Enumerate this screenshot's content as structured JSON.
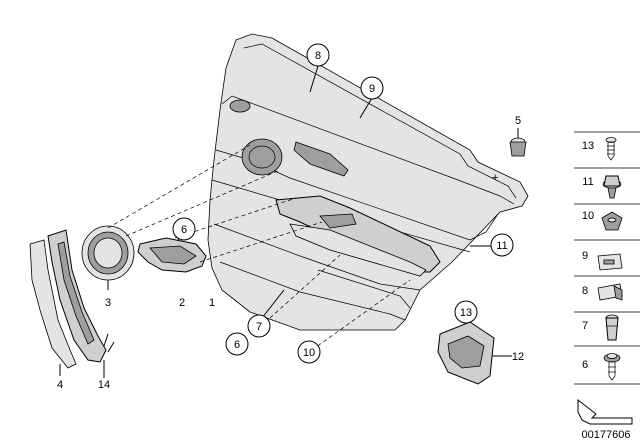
{
  "callouts": {
    "c8": "8",
    "c9": "9",
    "c5": "5",
    "c6_top": "6",
    "c11_door": "11",
    "c3": "3",
    "c2": "2",
    "c1": "1",
    "c7_door": "7",
    "c6_bottom": "6",
    "c10_door": "10",
    "c13_door": "13",
    "c12": "12",
    "c4": "4",
    "c14": "14"
  },
  "legend": {
    "items": [
      "13",
      "11",
      "10",
      "9",
      "8",
      "7",
      "6"
    ]
  },
  "footer": {
    "image_number": "00177606"
  }
}
